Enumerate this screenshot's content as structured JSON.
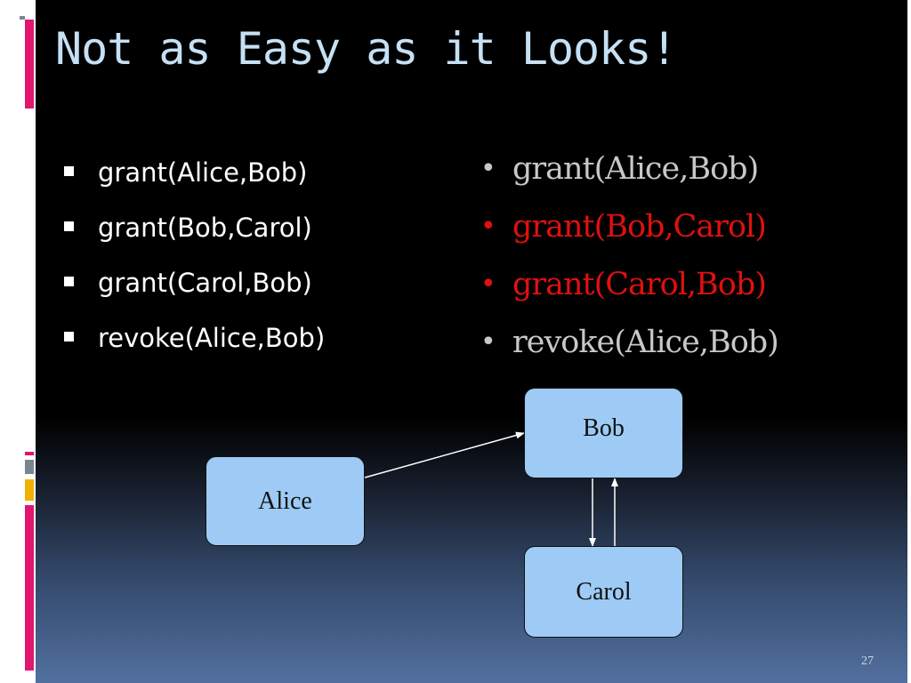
{
  "slide": {
    "title": "Not as Easy as it Looks!",
    "page_number": "27"
  },
  "left_list": [
    {
      "text": "grant(Alice,Bob)"
    },
    {
      "text": "grant(Bob,Carol)"
    },
    {
      "text": "grant(Carol,Bob)"
    },
    {
      "text": "revoke(Alice,Bob)"
    }
  ],
  "right_list": [
    {
      "text": "grant(Alice,Bob)",
      "color": "#c8c8c8"
    },
    {
      "text": "grant(Bob,Carol)",
      "color": "#e01010"
    },
    {
      "text": "grant(Carol,Bob)",
      "color": "#e01010"
    },
    {
      "text": "revoke(Alice,Bob)",
      "color": "#c8c8c8"
    }
  ],
  "diagram": {
    "nodes": [
      {
        "id": "alice",
        "label": "Alice"
      },
      {
        "id": "bob",
        "label": "Bob"
      },
      {
        "id": "carol",
        "label": "Carol"
      }
    ],
    "edges": [
      {
        "from": "Alice",
        "to": "Bob"
      },
      {
        "from": "Bob",
        "to": "Carol"
      },
      {
        "from": "Carol",
        "to": "Bob"
      }
    ],
    "node_color": "#9ecbf5"
  },
  "colors": {
    "title": "#c6e0f4",
    "grant_highlight": "#e01010",
    "accent_pink": "#e0166f",
    "accent_gold": "#f0b000",
    "accent_gray": "#7a8594"
  }
}
